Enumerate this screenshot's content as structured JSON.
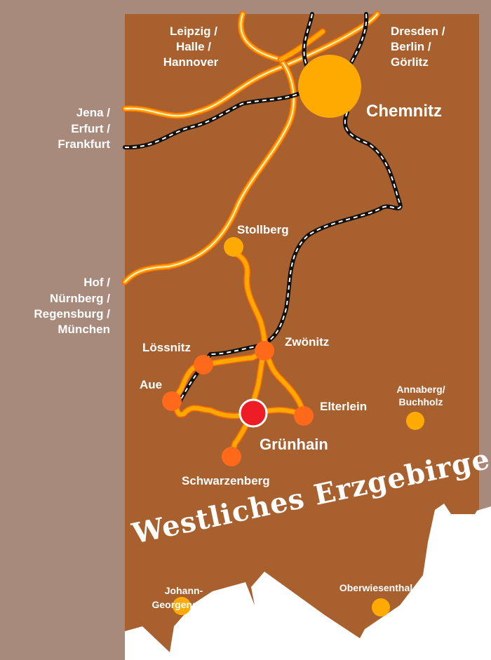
{
  "map": {
    "title": "Westliches Erzgebirge",
    "colors": {
      "background": "#a88a7d",
      "region": "#a8602e",
      "major_city": "#ffaa00",
      "town": "#ff6a1a",
      "highlight": "#ee1c25",
      "road": "#ffa800",
      "rail": "#111111"
    },
    "directions": {
      "north_west": [
        "Leipzig /",
        "Halle /",
        "Hannover"
      ],
      "north_east": [
        "Dresden /",
        "Berlin /",
        "Görlitz"
      ],
      "west": [
        "Jena /",
        "Erfurt /",
        "Frankfurt"
      ],
      "south_west": [
        "Hof /",
        "Nürnberg /",
        "Regensburg /",
        "München"
      ]
    },
    "places": {
      "chemnitz": "Chemnitz",
      "stollberg": "Stollberg",
      "zwoenitz": "Zwönitz",
      "loessnitz": "Lössnitz",
      "aue": "Aue",
      "elterlein": "Elterlein",
      "gruenhain": "Grünhain",
      "schwarzenberg": "Schwarzenberg",
      "annaberg": [
        "Annaberg/",
        "Buchholz"
      ],
      "johanngeorgenstadt": [
        "Johann-",
        "Georgenstadt"
      ],
      "oberwiesenthal": "Oberwiesenthal"
    }
  }
}
